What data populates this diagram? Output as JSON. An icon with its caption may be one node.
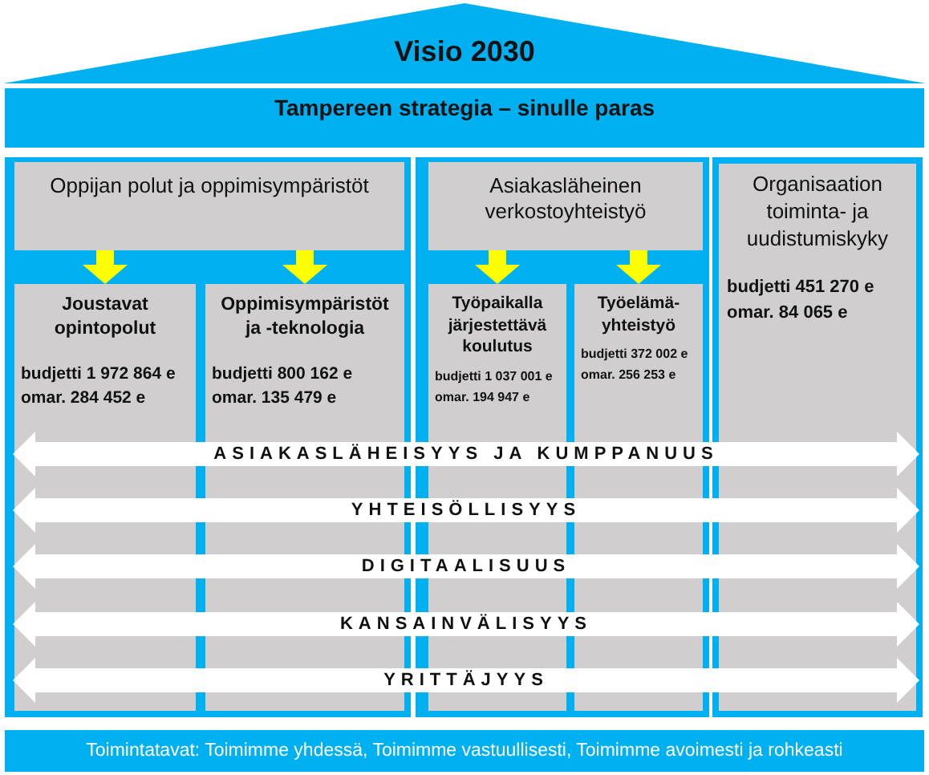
{
  "diagram": {
    "nodes": [
      {
        "text": [
          "Visio 2030"
        ]
      },
      {
        "text": [
          "Tampereen strategia – sinulle paras"
        ]
      },
      {
        "text": [],
        "shape": "box"
      },
      {
        "text": [
          "Oppijan polut ja oppimisympäristöt"
        ],
        "in": 2
      },
      {
        "text": [
          "Joustavat opintopolut",
          "budjetti 1 972 864 e",
          "omar. 284 452 e"
        ],
        "in": 2
      },
      {
        "text": [
          "Oppimisympäristöt ja -teknologia",
          "budjetti 800 162 e",
          "omar. 135 479 e"
        ],
        "in": 2
      },
      {
        "text": [],
        "shape": "box"
      },
      {
        "text": [
          "Asiakasläheinen verkostoyhteistyö"
        ],
        "in": 6
      },
      {
        "text": [
          "Työpaikalla järjestettävä koulutus",
          "budjetti 1 037 001 e",
          "omar. 194 947 e"
        ],
        "in": 6
      },
      {
        "text": [
          "Työelämä-yhteistyö",
          "budjetti 372 002 e",
          "omar. 256 253 e"
        ],
        "in": 6
      },
      {
        "text": [
          "Organisaation toiminta- ja uudistumiskyky",
          "budjetti 451 270 e",
          "omar. 84 065 e"
        ]
      },
      {
        "text": [
          "ASIAKASLÄHEISYYS JA KUMPPANUUS"
        ]
      },
      {
        "text": [
          "YHTEISÖLLISYYS"
        ]
      },
      {
        "text": [
          "DIGITAALISUUS"
        ]
      },
      {
        "text": [
          "KANSAINVÄLISYYS"
        ]
      },
      {
        "text": [
          "YRITTÄJYYS"
        ]
      },
      {
        "text": [
          "Toimintatavat: Toimimme yhdessä, Toimimme vastuullisesti, Toimimme avoimesti ja rohkeasti"
        ]
      }
    ],
    "edges": [
      {
        "from": 3,
        "to": 4,
        "arrow": "to"
      },
      {
        "from": 3,
        "to": 5,
        "arrow": "to"
      },
      {
        "from": 7,
        "to": 8,
        "arrow": "to"
      },
      {
        "from": 7,
        "to": 9,
        "arrow": "to"
      }
    ]
  }
}
